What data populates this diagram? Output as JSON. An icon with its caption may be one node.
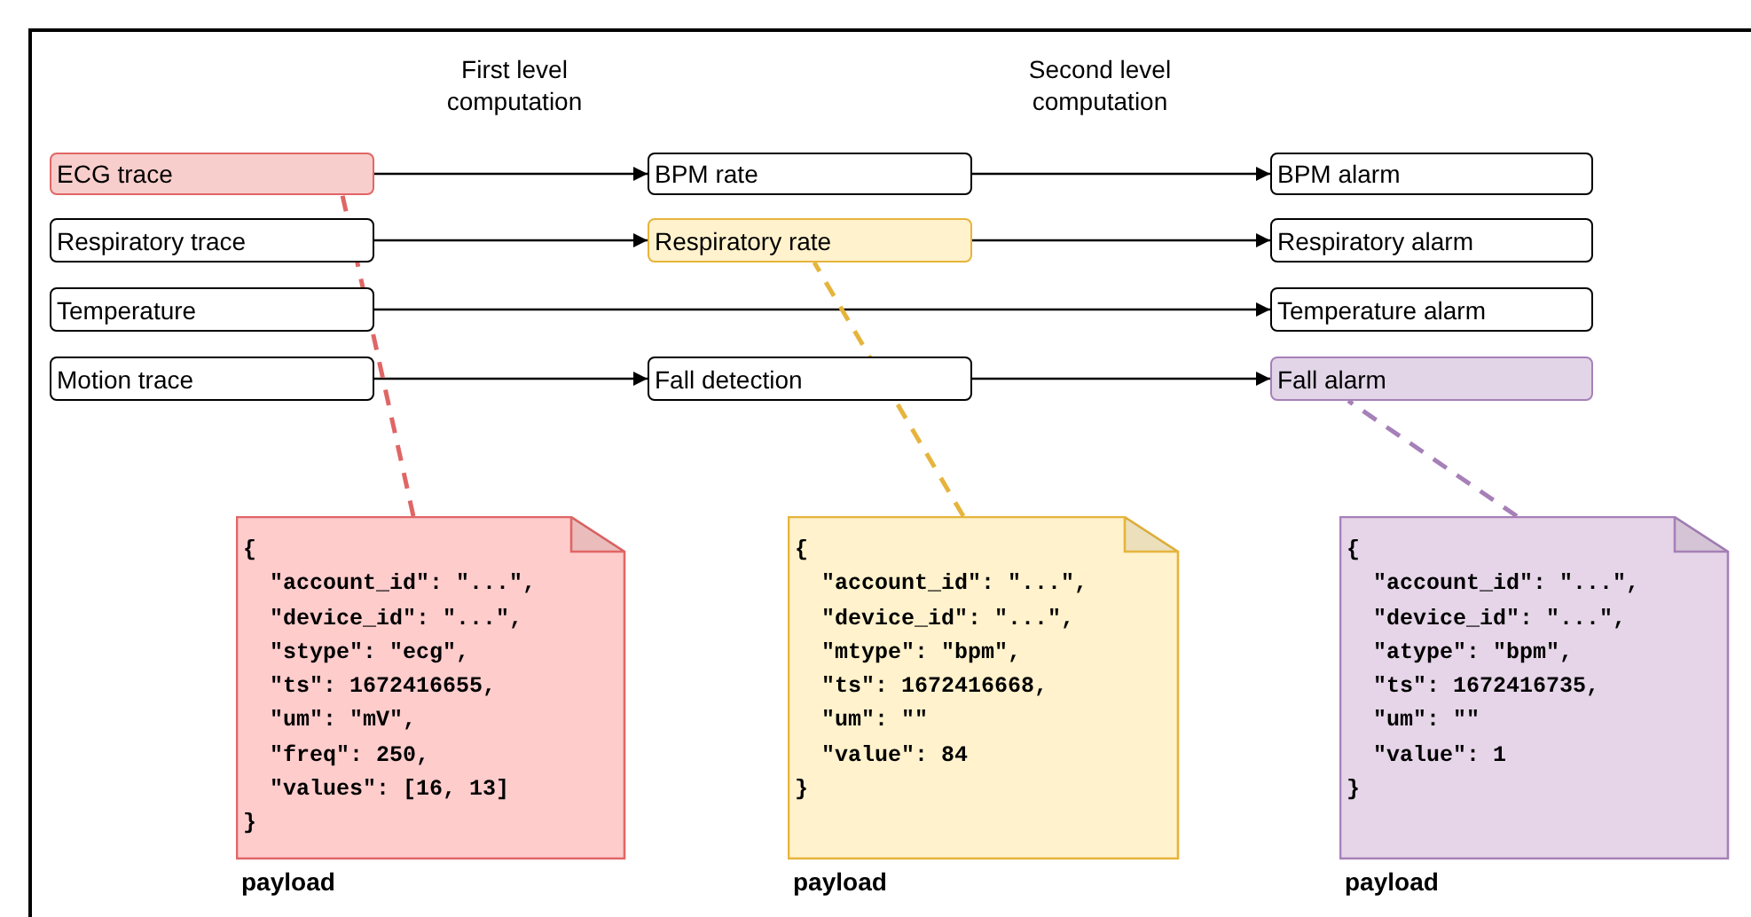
{
  "diagram": {
    "nodes": [
      {
        "text": [
          "ECG trace"
        ]
      },
      {
        "text": [
          "Respiratory trace"
        ]
      },
      {
        "text": [
          "Temperature"
        ]
      },
      {
        "text": [
          "Motion trace"
        ]
      },
      {
        "text": [
          "BPM rate"
        ]
      },
      {
        "text": [
          "Respiratory rate"
        ]
      },
      {
        "text": [
          "Fall detection"
        ]
      },
      {
        "text": [
          "BPM alarm"
        ]
      },
      {
        "text": [
          "Respiratory alarm"
        ]
      },
      {
        "text": [
          "Temperature alarm"
        ]
      },
      {
        "text": [
          "Fall alarm"
        ]
      },
      {
        "text": [
          "{",
          "\"account_id\": \"...\",",
          "\"device_id\": \"...\",",
          "\"stype\": \"ecg\",",
          "\"ts\": 1672416655,",
          "\"um\": \"mV\",",
          "\"freq\": 250,",
          "\"values\": [16, 13]",
          "}"
        ],
        "beside": [
          "payload"
        ]
      },
      {
        "text": [
          "{",
          "\"account_id\": \"...\",",
          "\"device_id\": \"...\",",
          "\"mtype\": \"bpm\",",
          "\"ts\": 1672416668,",
          "\"um\": \"\"",
          "\"value\": 84",
          "}"
        ],
        "beside": [
          "payload"
        ]
      },
      {
        "text": [
          "{",
          "\"account_id\": \"...\",",
          "\"device_id\": \"...\",",
          "\"atype\": \"bpm\",",
          "\"ts\": 1672416735,",
          "\"um\": \"\"",
          "\"value\": 1",
          "}"
        ],
        "beside": [
          "payload"
        ]
      }
    ],
    "edges": [
      {
        "from": 0,
        "to": 4,
        "arrow": "to"
      },
      {
        "from": 1,
        "to": 5,
        "arrow": "to"
      },
      {
        "from": 2,
        "to": 9,
        "arrow": "to"
      },
      {
        "from": 3,
        "to": 6,
        "arrow": "to"
      },
      {
        "from": 4,
        "to": 7,
        "arrow": "to"
      },
      {
        "from": 5,
        "to": 8,
        "arrow": "to"
      },
      {
        "from": 6,
        "to": 10,
        "arrow": "to"
      },
      {
        "from": 11,
        "to": 0,
        "arrow": "none",
        "style": "dashed",
        "color": "#e06666"
      },
      {
        "from": 12,
        "to": 5,
        "arrow": "none",
        "style": "dashed",
        "color": "#e6b43c"
      },
      {
        "from": 13,
        "to": 10,
        "arrow": "none",
        "style": "dashed",
        "color": "#a680b8"
      }
    ],
    "labels": [
      "First level computation",
      "Second level computation"
    ]
  }
}
